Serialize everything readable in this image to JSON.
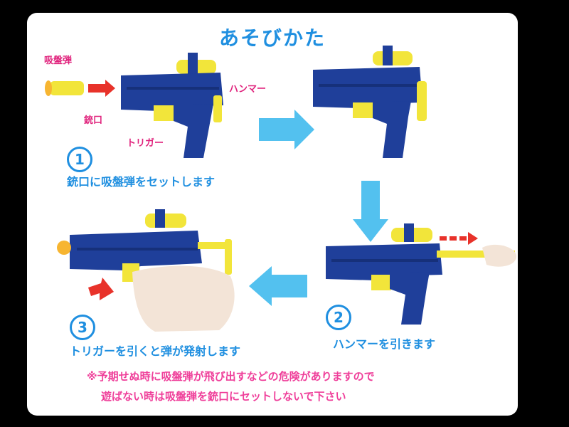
{
  "title": "あそびかた",
  "labels": {
    "suction_bullet": "吸盤弾",
    "muzzle": "銃口",
    "trigger": "トリガー",
    "hammer": "ハンマー"
  },
  "steps": [
    {
      "number": "1",
      "text": "銃口に吸盤弾をセットします"
    },
    {
      "number": "2",
      "text": "ハンマーを引きます"
    },
    {
      "number": "3",
      "text": "トリガーを引くと弾が発射します"
    }
  ],
  "warning": {
    "line1": "※予期せぬ時に吸盤弾が飛び出すなどの危険がありますので",
    "line2": "遊ばない時は吸盤弾を銃口にセットしないで下さい"
  },
  "colors": {
    "gun_blue": "#1f3f9a",
    "accent_yellow": "#f2e53a",
    "heading_blue": "#1f8fe0",
    "arrow_red": "#e8322a",
    "warning_pink": "#ef3f9a",
    "flow_arrow": "#35b6ec"
  }
}
